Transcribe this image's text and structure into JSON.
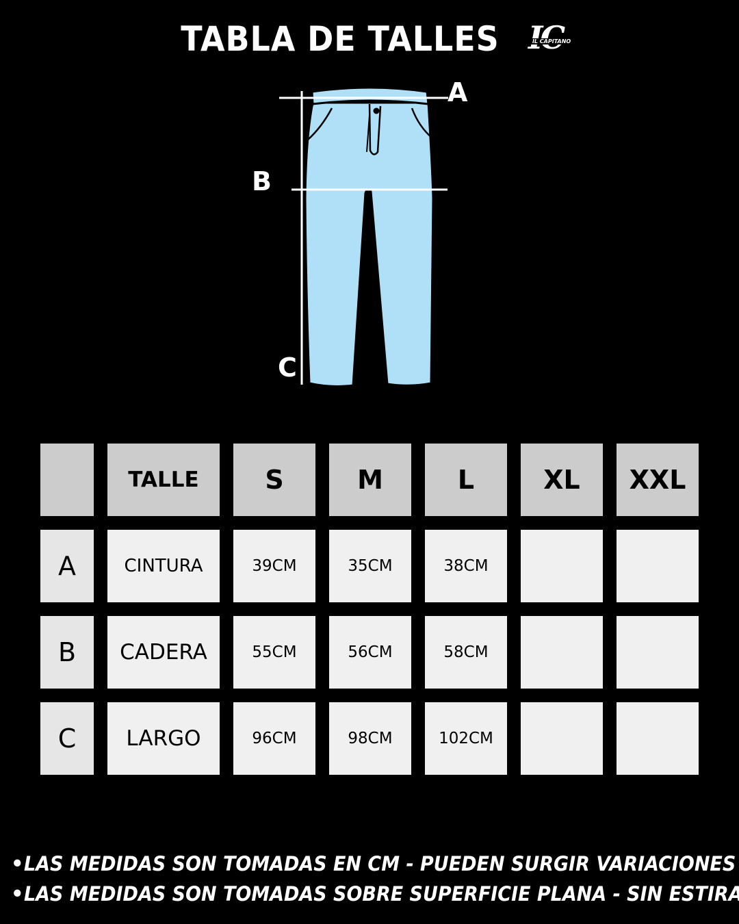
{
  "page": {
    "title": "TABLA DE TALLES",
    "logo": {
      "mark": "IC",
      "text": "IL CAPITANO"
    },
    "colors": {
      "background": "#000000",
      "pants": "#b0e0f7",
      "header_cell": "#cccccc",
      "body_cell": "#f0f0f0"
    }
  },
  "diagram": {
    "labels": {
      "a": "A",
      "b": "B",
      "c": "C"
    }
  },
  "table": {
    "corner": "",
    "headers": [
      "TALLE",
      "S",
      "M",
      "L",
      "XL",
      "XXL"
    ],
    "rows": [
      {
        "letter": "A",
        "name": "CINTURA",
        "values": [
          "39CM",
          "35CM",
          "38CM",
          "",
          ""
        ]
      },
      {
        "letter": "B",
        "name": "CADERA",
        "values": [
          "55CM",
          "56CM",
          "58CM",
          "",
          ""
        ]
      },
      {
        "letter": "C",
        "name": "LARGO",
        "values": [
          "96CM",
          "98CM",
          "102CM",
          "",
          ""
        ]
      }
    ]
  },
  "notes": [
    "LAS MEDIDAS SON TOMADAS EN CM - PUEDEN SURGIR VARIACIONES",
    "LAS MEDIDAS SON TOMADAS SOBRE SUPERFICIE PLANA - SIN ESTIRAR"
  ]
}
